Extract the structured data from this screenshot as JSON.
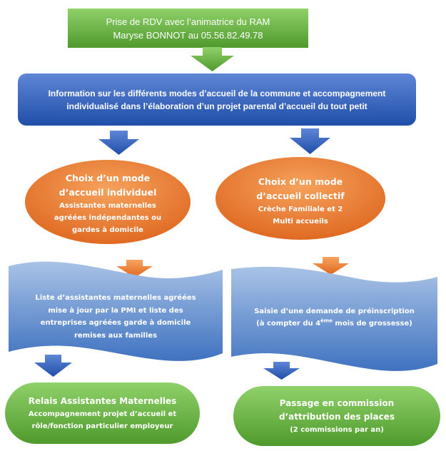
{
  "colors": {
    "green_light": "#8fd16a",
    "green_dark": "#4f9a2c",
    "blue_light": "#5f86d6",
    "blue_dark": "#1f4ea8",
    "orange_light": "#f6a460",
    "orange_dark": "#e0661e",
    "wave_light": "#a9c3e6",
    "wave_dark": "#3f72c0"
  },
  "top_box": {
    "line1": "Prise de RDV avec l’animatrice du RAM",
    "line2": "Maryse BONNOT au 05.56.82.49.78"
  },
  "info_box": {
    "line1": "Information sur les différents modes d’accueil de la commune et accompagnement",
    "line2": "individualisé dans l’élaboration d’un projet parental d’accueil du tout petit"
  },
  "individual": {
    "title1": "Choix d’un mode",
    "title2": "d’accueil individuel",
    "sub1": "Assistantes maternelles",
    "sub2": "agréées indépendantes ou",
    "sub3": "gardes à domicile"
  },
  "collective": {
    "title1": "Choix d’un mode",
    "title2": "d’accueil collectif",
    "sub1": "Crèche Familiale et 2",
    "sub2": "Multi accueils"
  },
  "list_wave": {
    "line1": "Liste d’assistantes maternelles agréées",
    "line2": "mise à jour par la PMI et liste des",
    "line3": "entreprises agréées garde à domicile",
    "line4": "remises aux familles"
  },
  "preinscription_wave": {
    "line1": "Saisie d’une demande de préinscription",
    "line2_start": "(à compter du 4",
    "line2_sup": "ème",
    "line2_end": " mois de grossesse)"
  },
  "relais_box": {
    "title": "Relais Assistantes Maternelles",
    "sub1": "Accompagnement projet d’accueil et",
    "sub2": "rôle/fonction particulier employeur"
  },
  "commission_box": {
    "title1": "Passage en commission",
    "title2": "d’attribution des places",
    "sub1": "(2 commissions par an)"
  }
}
